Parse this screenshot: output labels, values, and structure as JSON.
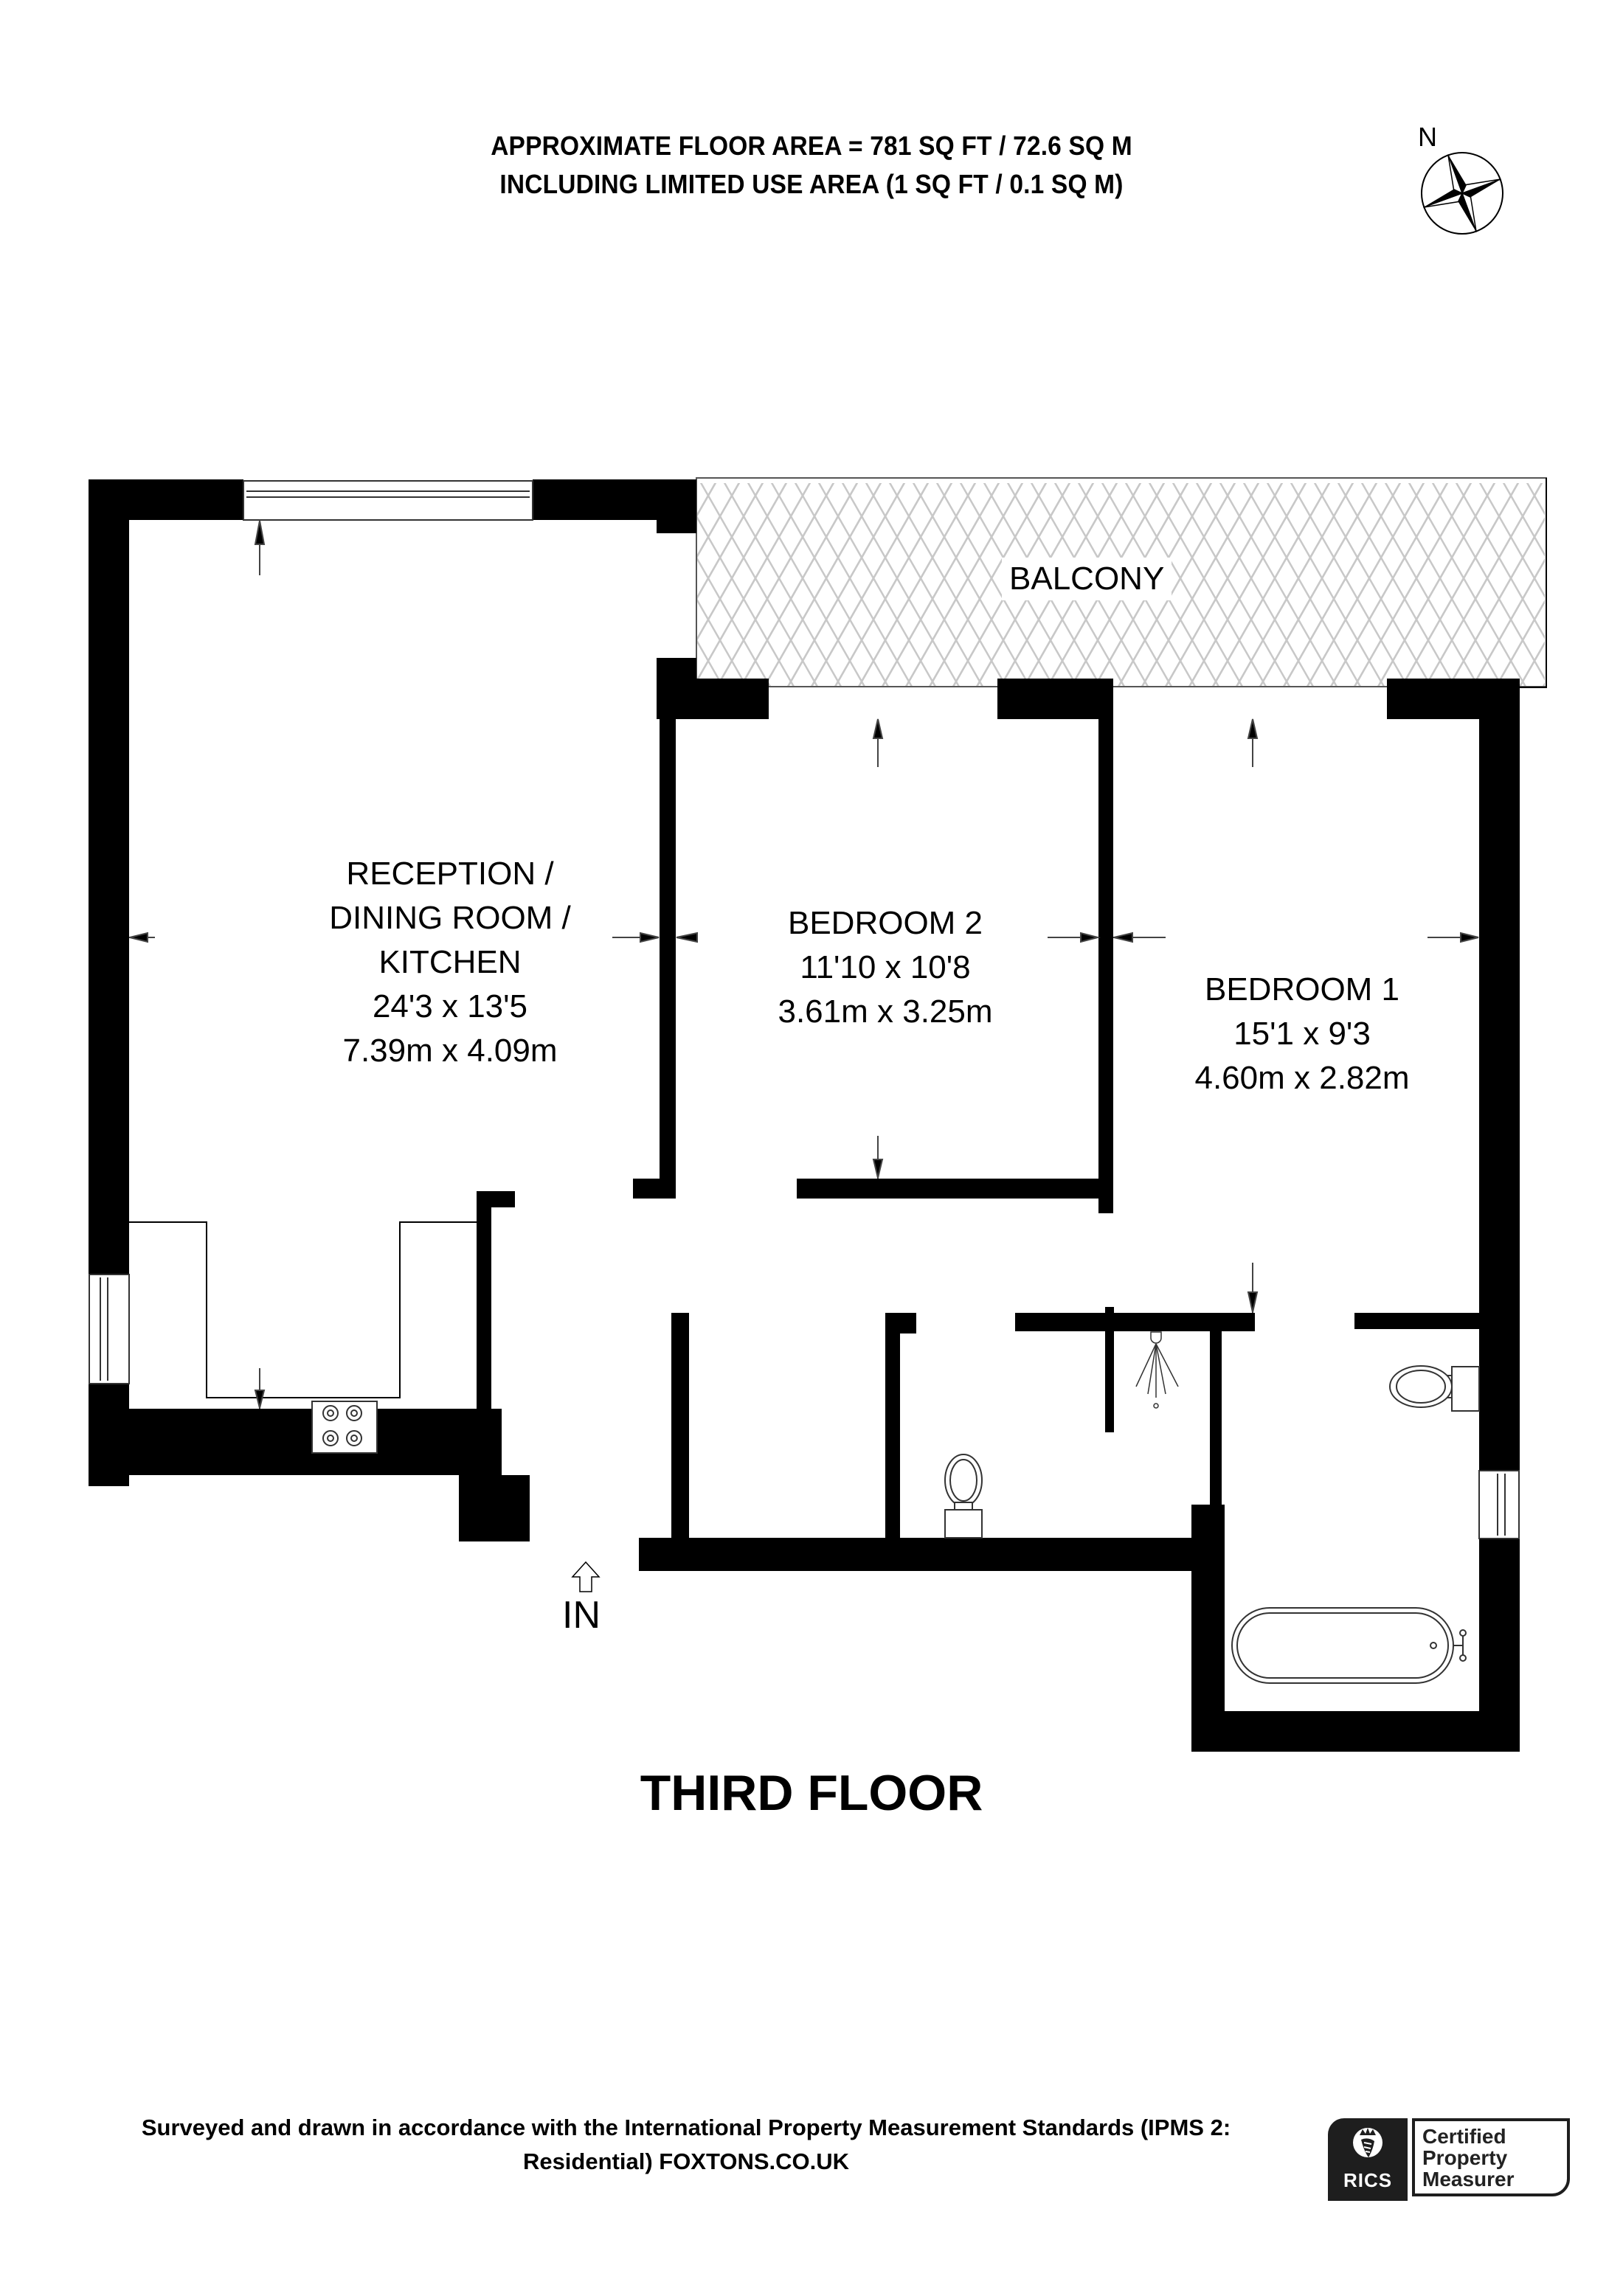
{
  "header": {
    "line1": "APPROXIMATE FLOOR AREA = 781 SQ FT / 72.6 SQ M",
    "line2": "INCLUDING LIMITED USE AREA (1 SQ FT / 0.1 SQ M)"
  },
  "compass": {
    "label": "N",
    "icon": "compass-rose-icon"
  },
  "rooms": [
    {
      "name_lines": [
        "RECEPTION  /",
        "DINING ROOM /",
        "KITCHEN"
      ],
      "imperial": "24'3 x 13'5",
      "metric": "7.39m x 4.09m"
    },
    {
      "name_lines": [
        "BEDROOM 2"
      ],
      "imperial": "11'10 x 10'8",
      "metric": "3.61m x 3.25m"
    },
    {
      "name_lines": [
        "BEDROOM 1"
      ],
      "imperial": "15'1 x 9'3",
      "metric": "4.60m x 2.82m"
    }
  ],
  "balcony": {
    "label": "BALCONY",
    "hatch_color": "#c8c8c8"
  },
  "entrance": {
    "label": "IN"
  },
  "floor_title": "THIRD FLOOR",
  "footer": {
    "line1": "Surveyed and drawn in accordance with the International Property Measurement Standards (IPMS 2:",
    "line2": "Residential) FOXTONS.CO.UK"
  },
  "badge": {
    "brand": "RICS",
    "lines": [
      "Certified",
      "Property",
      "Measurer"
    ]
  },
  "colors": {
    "wall": "#000000",
    "background": "#ffffff",
    "hatch": "#c8c8c8",
    "fixture_line": "#333333"
  }
}
